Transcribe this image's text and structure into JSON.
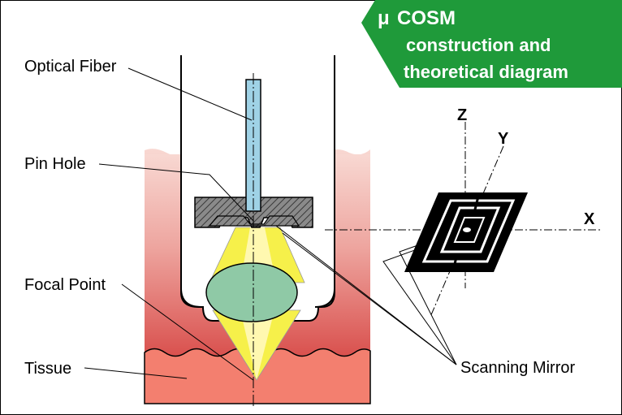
{
  "banner": {
    "mu": "μ",
    "title": "COSM",
    "line2": "construction and",
    "line3": "theoretical diagram",
    "color": "#1f9a3a"
  },
  "labels": {
    "optical_fiber": "Optical Fiber",
    "pin_hole": "Pin Hole",
    "focal_point": "Focal Point",
    "tissue": "Tissue",
    "scanning_mirror": "Scanning Mirror"
  },
  "axes": {
    "x": "X",
    "y": "Y",
    "z": "Z"
  },
  "colors": {
    "fiber": "#9fd2e6",
    "lens": "#8fc9a6",
    "lens_edge": "#8fc4e0",
    "light": "#f6f04a",
    "tissue_top": "#f6c7c2",
    "tissue_mid": "#dd5a55",
    "tissue_low": "#f37f6f"
  }
}
